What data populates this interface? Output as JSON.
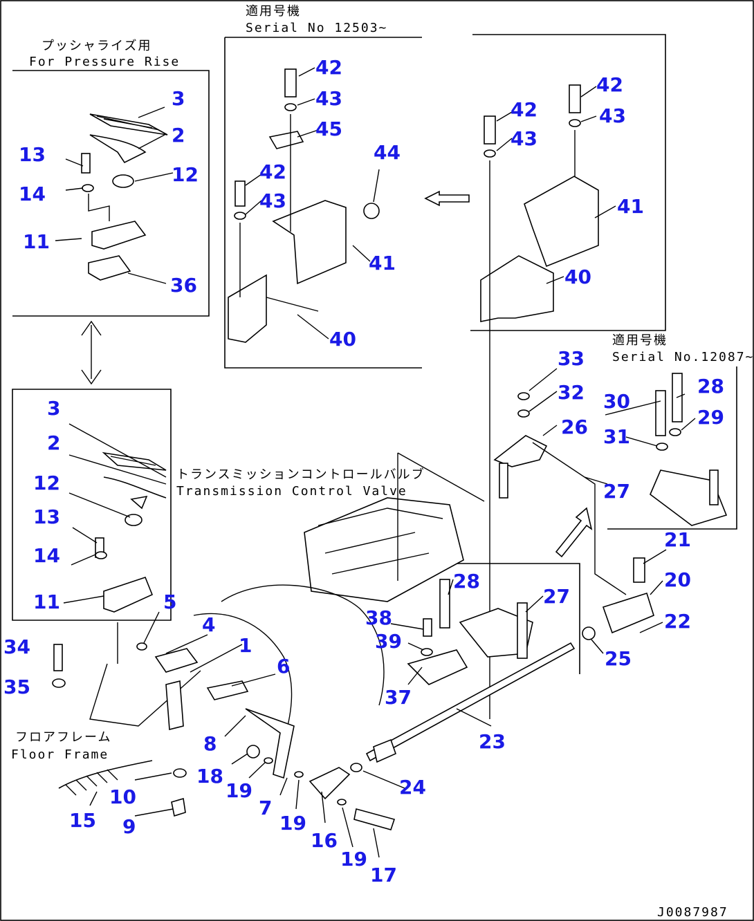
{
  "captions": {
    "serial_top_jp": "適用号機",
    "serial_top_en": "Serial No 12503~",
    "pressure_jp": "プッシャライズ用",
    "pressure_en": "For Pressure Rise",
    "serial_right_jp": "適用号機",
    "serial_right_en": "Serial No.12087~",
    "tcv_jp": "トランスミッションコントロールバルブ",
    "tcv_en": "Transmission Control Valve",
    "floor_jp": "フロアフレーム",
    "floor_en": "Floor Frame",
    "drawing_no": "J0087987"
  },
  "callouts": [
    {
      "id": "c3a",
      "text": "3"
    },
    {
      "id": "c2a",
      "text": "2"
    },
    {
      "id": "c13a",
      "text": "13"
    },
    {
      "id": "c12a",
      "text": "12"
    },
    {
      "id": "c14a",
      "text": "14"
    },
    {
      "id": "c11a",
      "text": "11"
    },
    {
      "id": "c36",
      "text": "36"
    },
    {
      "id": "c42a",
      "text": "42"
    },
    {
      "id": "c43a",
      "text": "43"
    },
    {
      "id": "c45",
      "text": "45"
    },
    {
      "id": "c42b",
      "text": "42"
    },
    {
      "id": "c43b",
      "text": "43"
    },
    {
      "id": "c44",
      "text": "44"
    },
    {
      "id": "c41a",
      "text": "41"
    },
    {
      "id": "c40a",
      "text": "40"
    },
    {
      "id": "c42c",
      "text": "42"
    },
    {
      "id": "c43c",
      "text": "43"
    },
    {
      "id": "c42d",
      "text": "42"
    },
    {
      "id": "c43d",
      "text": "43"
    },
    {
      "id": "c41b",
      "text": "41"
    },
    {
      "id": "c40b",
      "text": "40"
    },
    {
      "id": "c33",
      "text": "33"
    },
    {
      "id": "c32",
      "text": "32"
    },
    {
      "id": "c26",
      "text": "26"
    },
    {
      "id": "c30",
      "text": "30"
    },
    {
      "id": "c28a",
      "text": "28"
    },
    {
      "id": "c29",
      "text": "29"
    },
    {
      "id": "c31",
      "text": "31"
    },
    {
      "id": "c27a",
      "text": "27"
    },
    {
      "id": "c21",
      "text": "21"
    },
    {
      "id": "c20",
      "text": "20"
    },
    {
      "id": "c22",
      "text": "22"
    },
    {
      "id": "c25",
      "text": "25"
    },
    {
      "id": "c28b",
      "text": "28"
    },
    {
      "id": "c27b",
      "text": "27"
    },
    {
      "id": "c38",
      "text": "38"
    },
    {
      "id": "c39",
      "text": "39"
    },
    {
      "id": "c37",
      "text": "37"
    },
    {
      "id": "c23",
      "text": "23"
    },
    {
      "id": "c24",
      "text": "24"
    },
    {
      "id": "c3b",
      "text": "3"
    },
    {
      "id": "c2b",
      "text": "2"
    },
    {
      "id": "c12b",
      "text": "12"
    },
    {
      "id": "c13b",
      "text": "13"
    },
    {
      "id": "c14b",
      "text": "14"
    },
    {
      "id": "c11b",
      "text": "11"
    },
    {
      "id": "c5",
      "text": "5"
    },
    {
      "id": "c4",
      "text": "4"
    },
    {
      "id": "c1",
      "text": "1"
    },
    {
      "id": "c6",
      "text": "6"
    },
    {
      "id": "c34",
      "text": "34"
    },
    {
      "id": "c35",
      "text": "35"
    },
    {
      "id": "c8",
      "text": "8"
    },
    {
      "id": "c18",
      "text": "18"
    },
    {
      "id": "c19a",
      "text": "19"
    },
    {
      "id": "c7",
      "text": "7"
    },
    {
      "id": "c19b",
      "text": "19"
    },
    {
      "id": "c16",
      "text": "16"
    },
    {
      "id": "c19c",
      "text": "19"
    },
    {
      "id": "c17",
      "text": "17"
    },
    {
      "id": "c10",
      "text": "10"
    },
    {
      "id": "c15",
      "text": "15"
    },
    {
      "id": "c9",
      "text": "9"
    }
  ]
}
